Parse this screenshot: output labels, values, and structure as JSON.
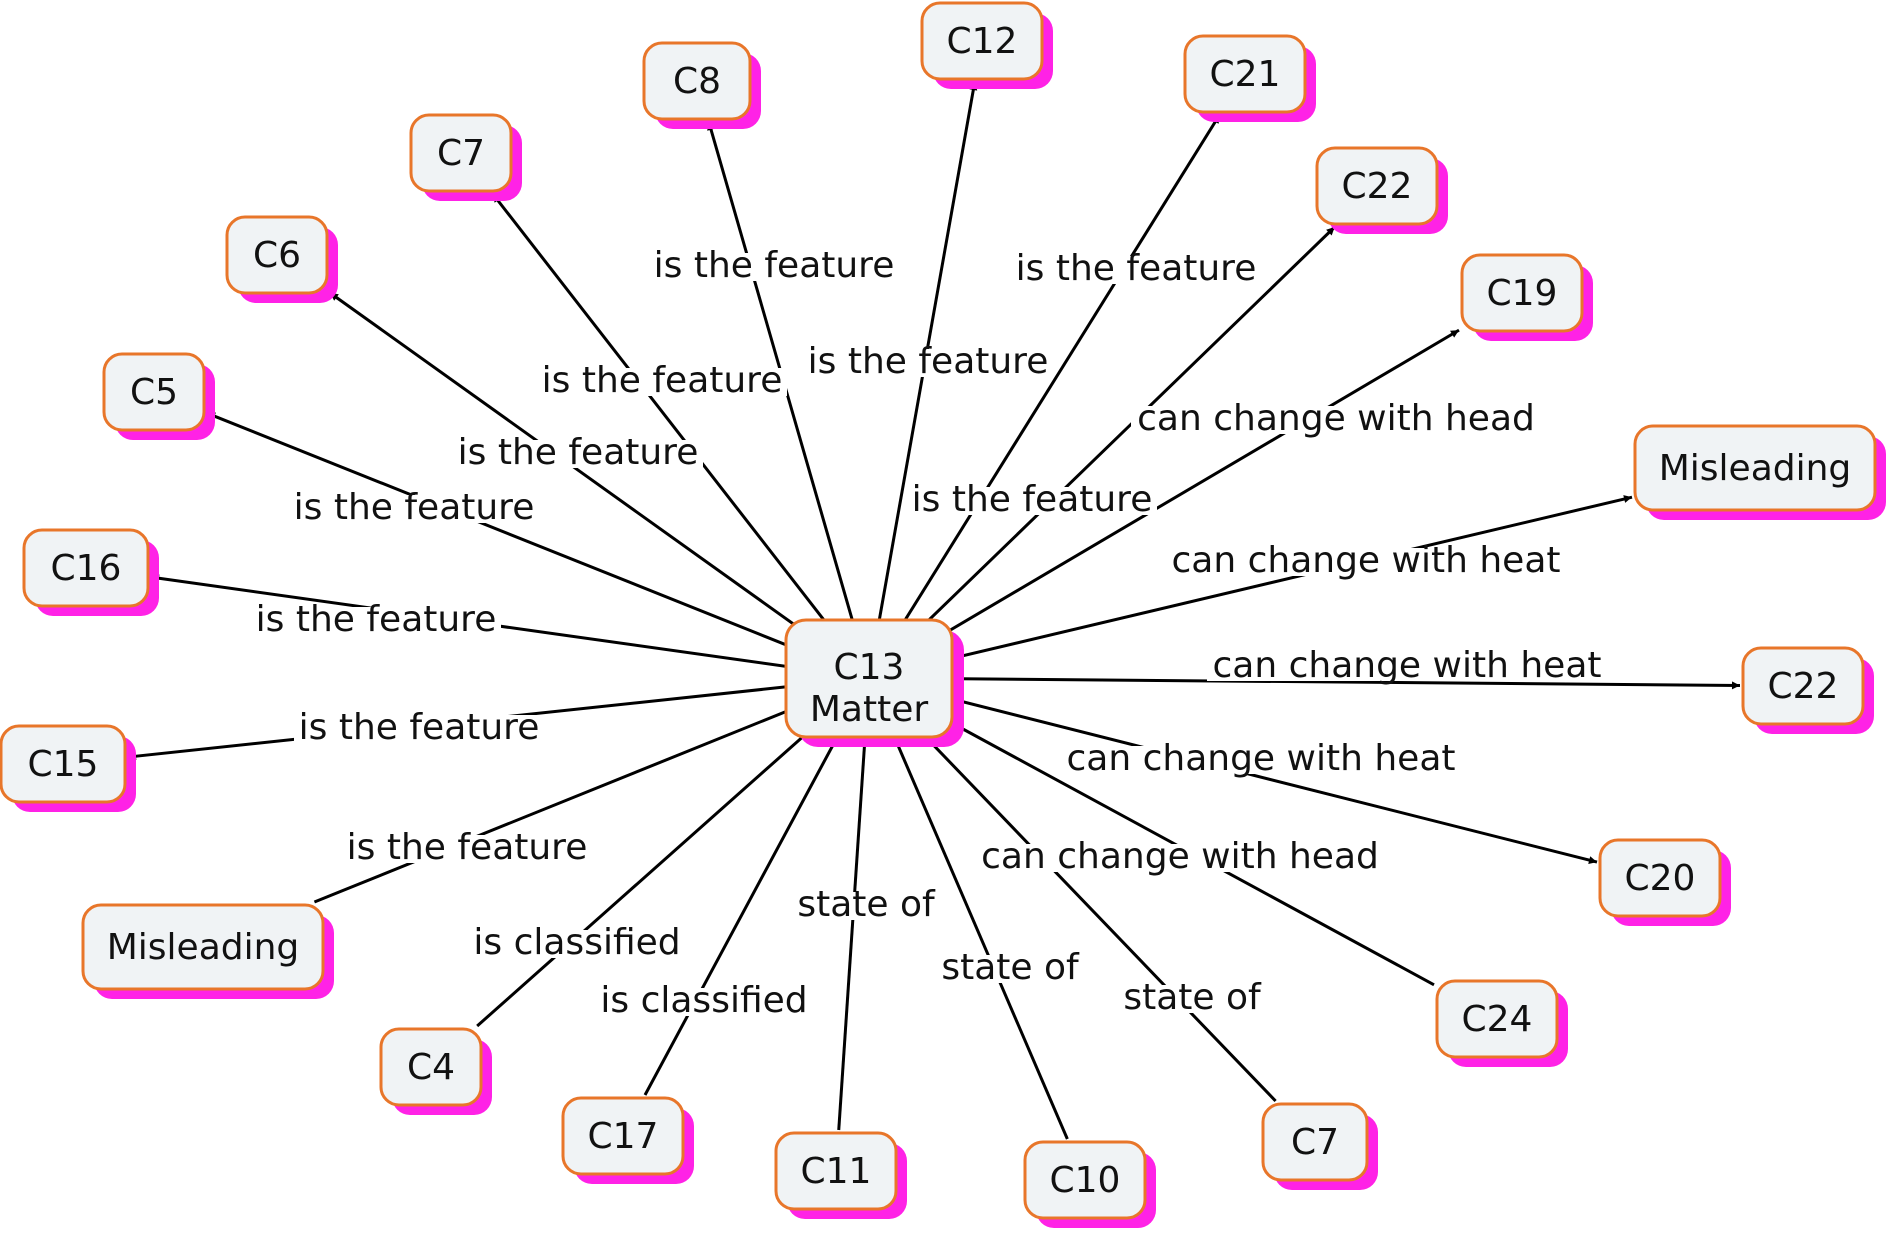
{
  "colors": {
    "node_fill": "#f0f3f5",
    "node_border": "#e8762a",
    "node_shadow": "#ff22e6",
    "line": "#000000",
    "background": "#ffffff"
  },
  "center": {
    "line1": "C13",
    "line2": "Matter"
  },
  "links": [
    {
      "label": "is the feature",
      "target": "C16",
      "arrow": true
    },
    {
      "label": "is the feature",
      "target": "C5",
      "arrow": true
    },
    {
      "label": "is the feature",
      "target": "C6",
      "arrow": true
    },
    {
      "label": "is the feature",
      "target": "C7",
      "arrow": true
    },
    {
      "label": "is the feature",
      "target": "C8",
      "arrow": true
    },
    {
      "label": "is the feature",
      "target": "C12",
      "arrow": true
    },
    {
      "label": "is the feature",
      "target": "C21",
      "arrow": true
    },
    {
      "label": "is the feature",
      "target": "C22",
      "arrow": true
    },
    {
      "label": "can change with head",
      "target": "C19",
      "arrow": true
    },
    {
      "label": "can change with heat",
      "target": "Misleading",
      "arrow": true
    },
    {
      "label": "can change with heat",
      "target": "C22",
      "arrow": true
    },
    {
      "label": "can change with heat",
      "target": "C20",
      "arrow": true
    },
    {
      "label": "can change with head",
      "target": "C24",
      "arrow": false
    },
    {
      "label": "state of",
      "target": "C7",
      "arrow": false
    },
    {
      "label": "state of",
      "target": "C10",
      "arrow": false
    },
    {
      "label": "state of",
      "target": "C11",
      "arrow": false
    },
    {
      "label": "is classified",
      "target": "C17",
      "arrow": false
    },
    {
      "label": "is classified",
      "target": "C4",
      "arrow": false
    },
    {
      "label": "is the feature",
      "target": "Misleading",
      "arrow": false
    },
    {
      "label": "is the feature",
      "target": "C15",
      "arrow": true
    }
  ]
}
